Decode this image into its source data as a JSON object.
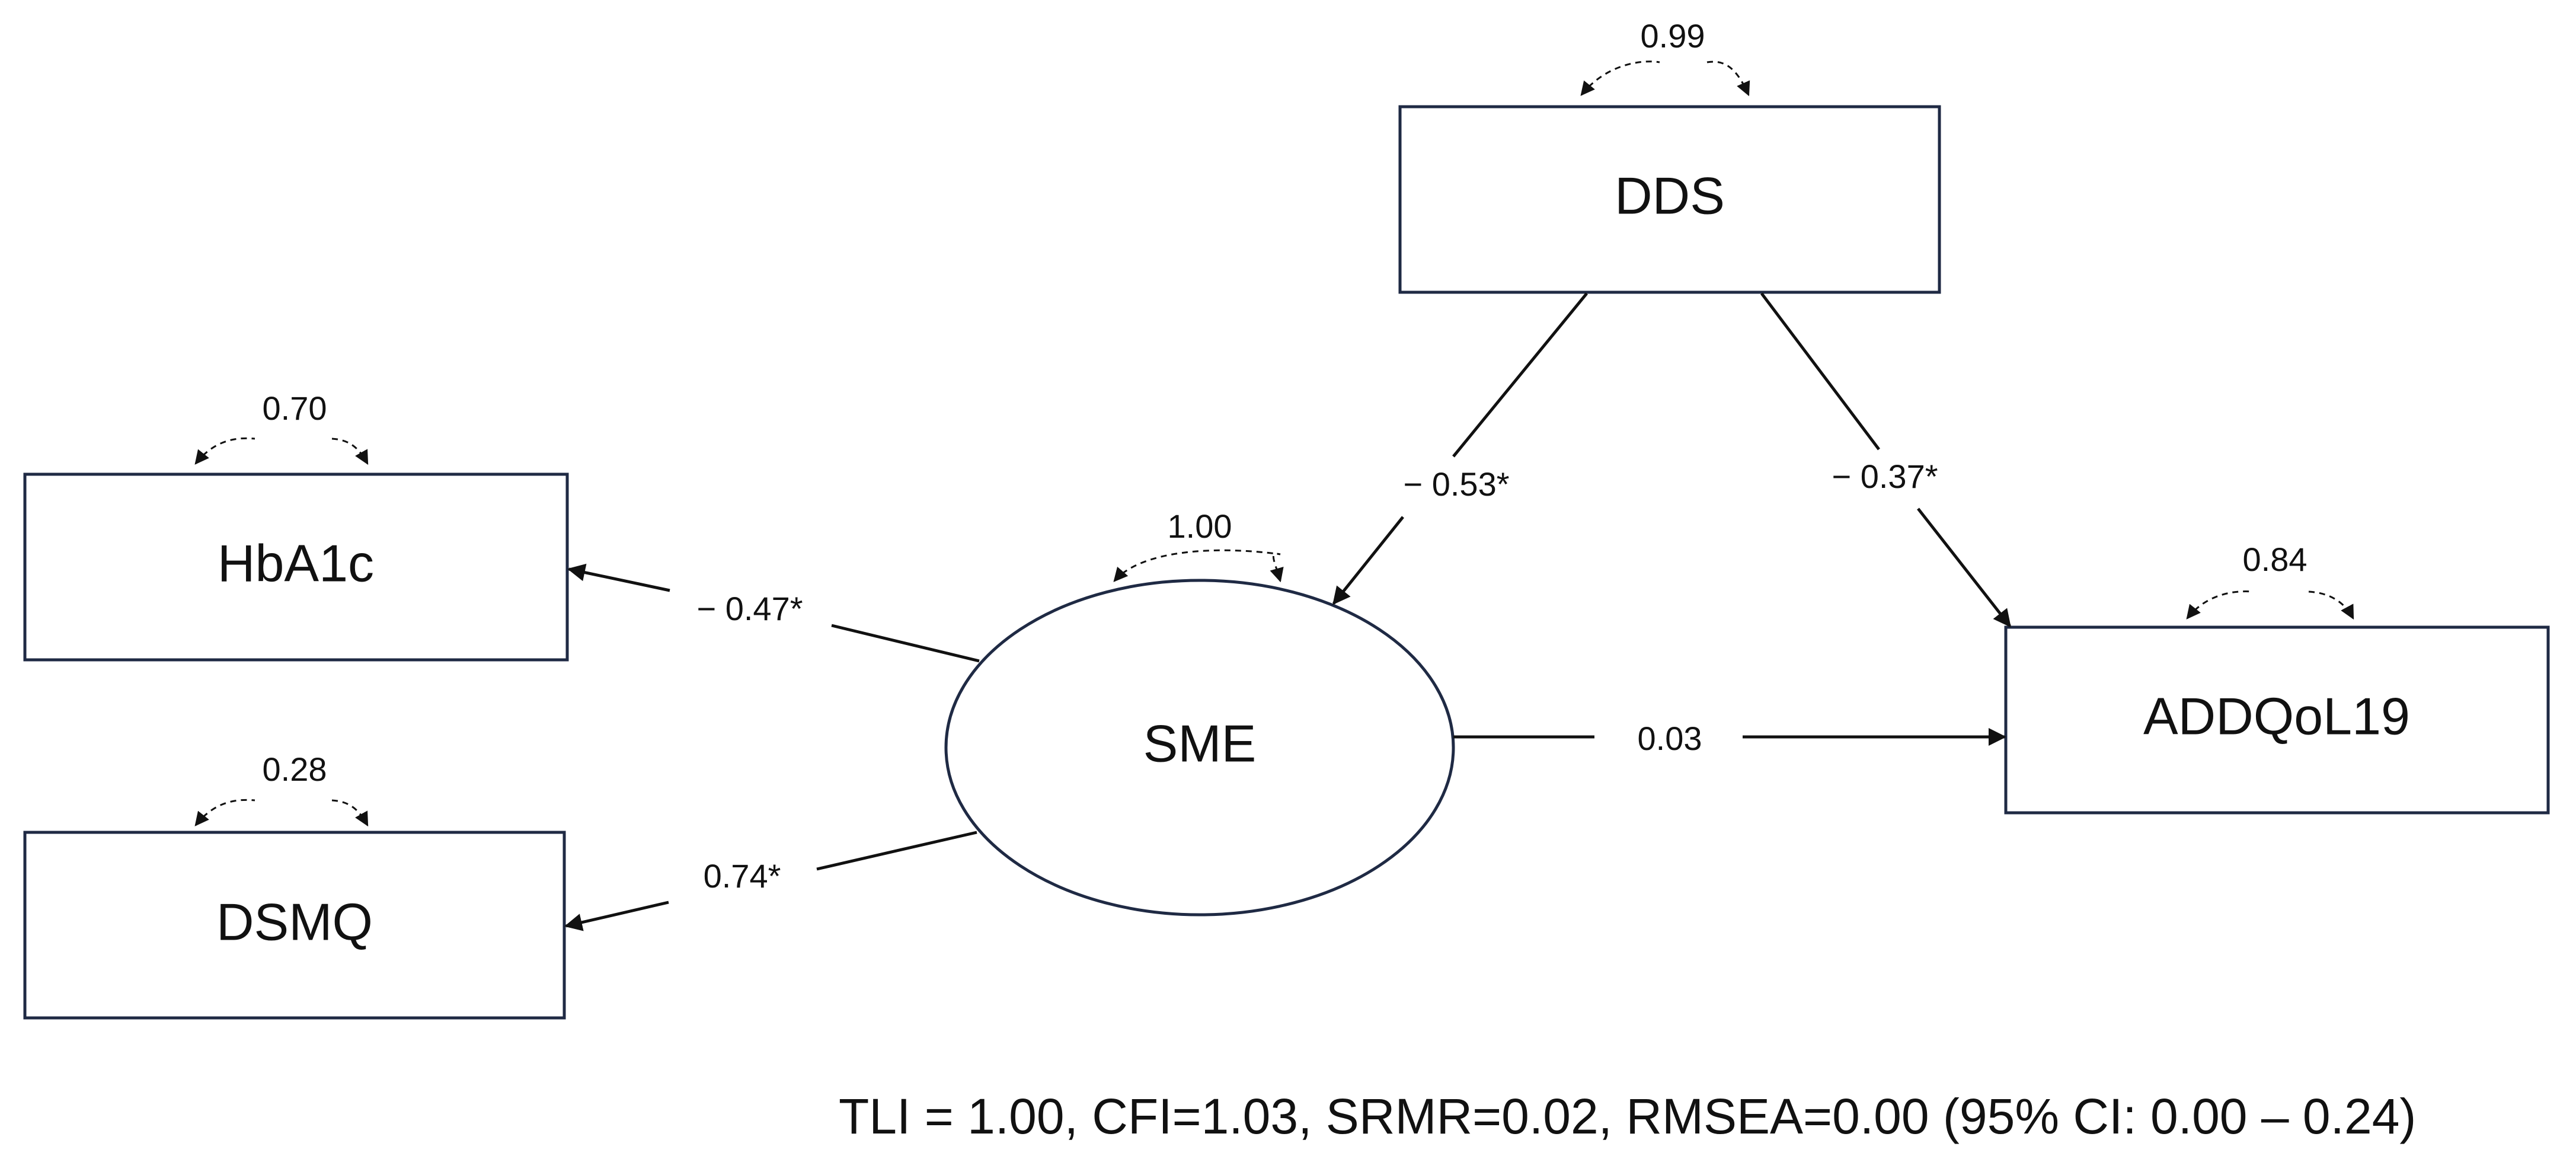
{
  "nodes": {
    "dds": {
      "label": "DDS",
      "variance": "0.99"
    },
    "hba1c": {
      "label": "HbA1c",
      "variance": "0.70"
    },
    "dsmq": {
      "label": "DSMQ",
      "variance": "0.28"
    },
    "sme": {
      "label": "SME",
      "variance": "1.00"
    },
    "addqol": {
      "label": "ADDQoL19",
      "variance": "0.84"
    }
  },
  "paths": {
    "dds_to_sme": "− 0.53*",
    "dds_to_addqol": "− 0.37*",
    "sme_to_hba1c": "− 0.47*",
    "sme_to_dsmq": "0.74*",
    "sme_to_addqol": "0.03"
  },
  "fit_indices": "TLI = 1.00, CFI=1.03, SRMR=0.02, RMSEA=0.00 (95% CI: 0.00 – 0.24)",
  "colors": {
    "box_stroke": "#1f2a44",
    "line": "#111111"
  }
}
